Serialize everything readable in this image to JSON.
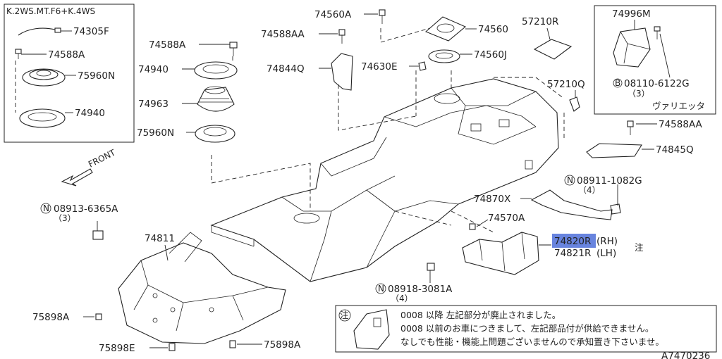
{
  "inset_left": {
    "title": "K.2WS.MT.F6+K.4WS",
    "parts": [
      "74305F",
      "74588A",
      "75960N",
      "74940"
    ]
  },
  "inset_right": {
    "parts": [
      "74996M"
    ],
    "bolt_code": "08110-6122G",
    "bolt_code_prefix": "B",
    "bolt_qty": "（3）",
    "variation": "ヴァリエッタ"
  },
  "front_label": "FRONT",
  "parts": {
    "p74560A": "74560A",
    "p74560": "74560",
    "p57210R": "57210R",
    "p74588AA_top": "74588AA",
    "p74844Q": "74844Q",
    "p74630E": "74630E",
    "p74560J": "74560J",
    "p74588A": "74588A",
    "p74940": "74940",
    "p74963": "74963",
    "p75960N": "75960N",
    "p57210Q": "57210Q",
    "p74588AA_right": "74588AA",
    "p74845Q": "74845Q",
    "p74870X": "74870X",
    "p74570A": "74570A",
    "p74811": "74811",
    "p75898A_left": "75898A",
    "p75898E": "75898E",
    "p75898A_bottom": "75898A"
  },
  "nut_codes": {
    "n1": {
      "prefix": "N",
      "code": "08913-6365A",
      "qty": "（3）"
    },
    "n2": {
      "prefix": "N",
      "code": "08911-1082G",
      "qty": "（4）"
    },
    "n3": {
      "prefix": "N",
      "code": "08918-3081A",
      "qty": "（4）"
    }
  },
  "selected_part": {
    "number": "74820R",
    "number_head": "74820",
    "number_tail": "R",
    "side": "(RH)",
    "alt_number": "74821R",
    "alt_side": "(LH)",
    "note_mark": "注"
  },
  "notice": {
    "mark": "注",
    "lines": [
      "0008 以降 左記部分が廃止されました。",
      "0008 以前のお車につきまして、左記部品付が供給できません。",
      "なしでも性能・機能上問題ございませんので承知置き下さいませ。"
    ]
  },
  "diagram_id": "A7470236",
  "colors": {
    "line": "#222222",
    "highlight": "#4d6fd8",
    "background": "#ffffff"
  }
}
